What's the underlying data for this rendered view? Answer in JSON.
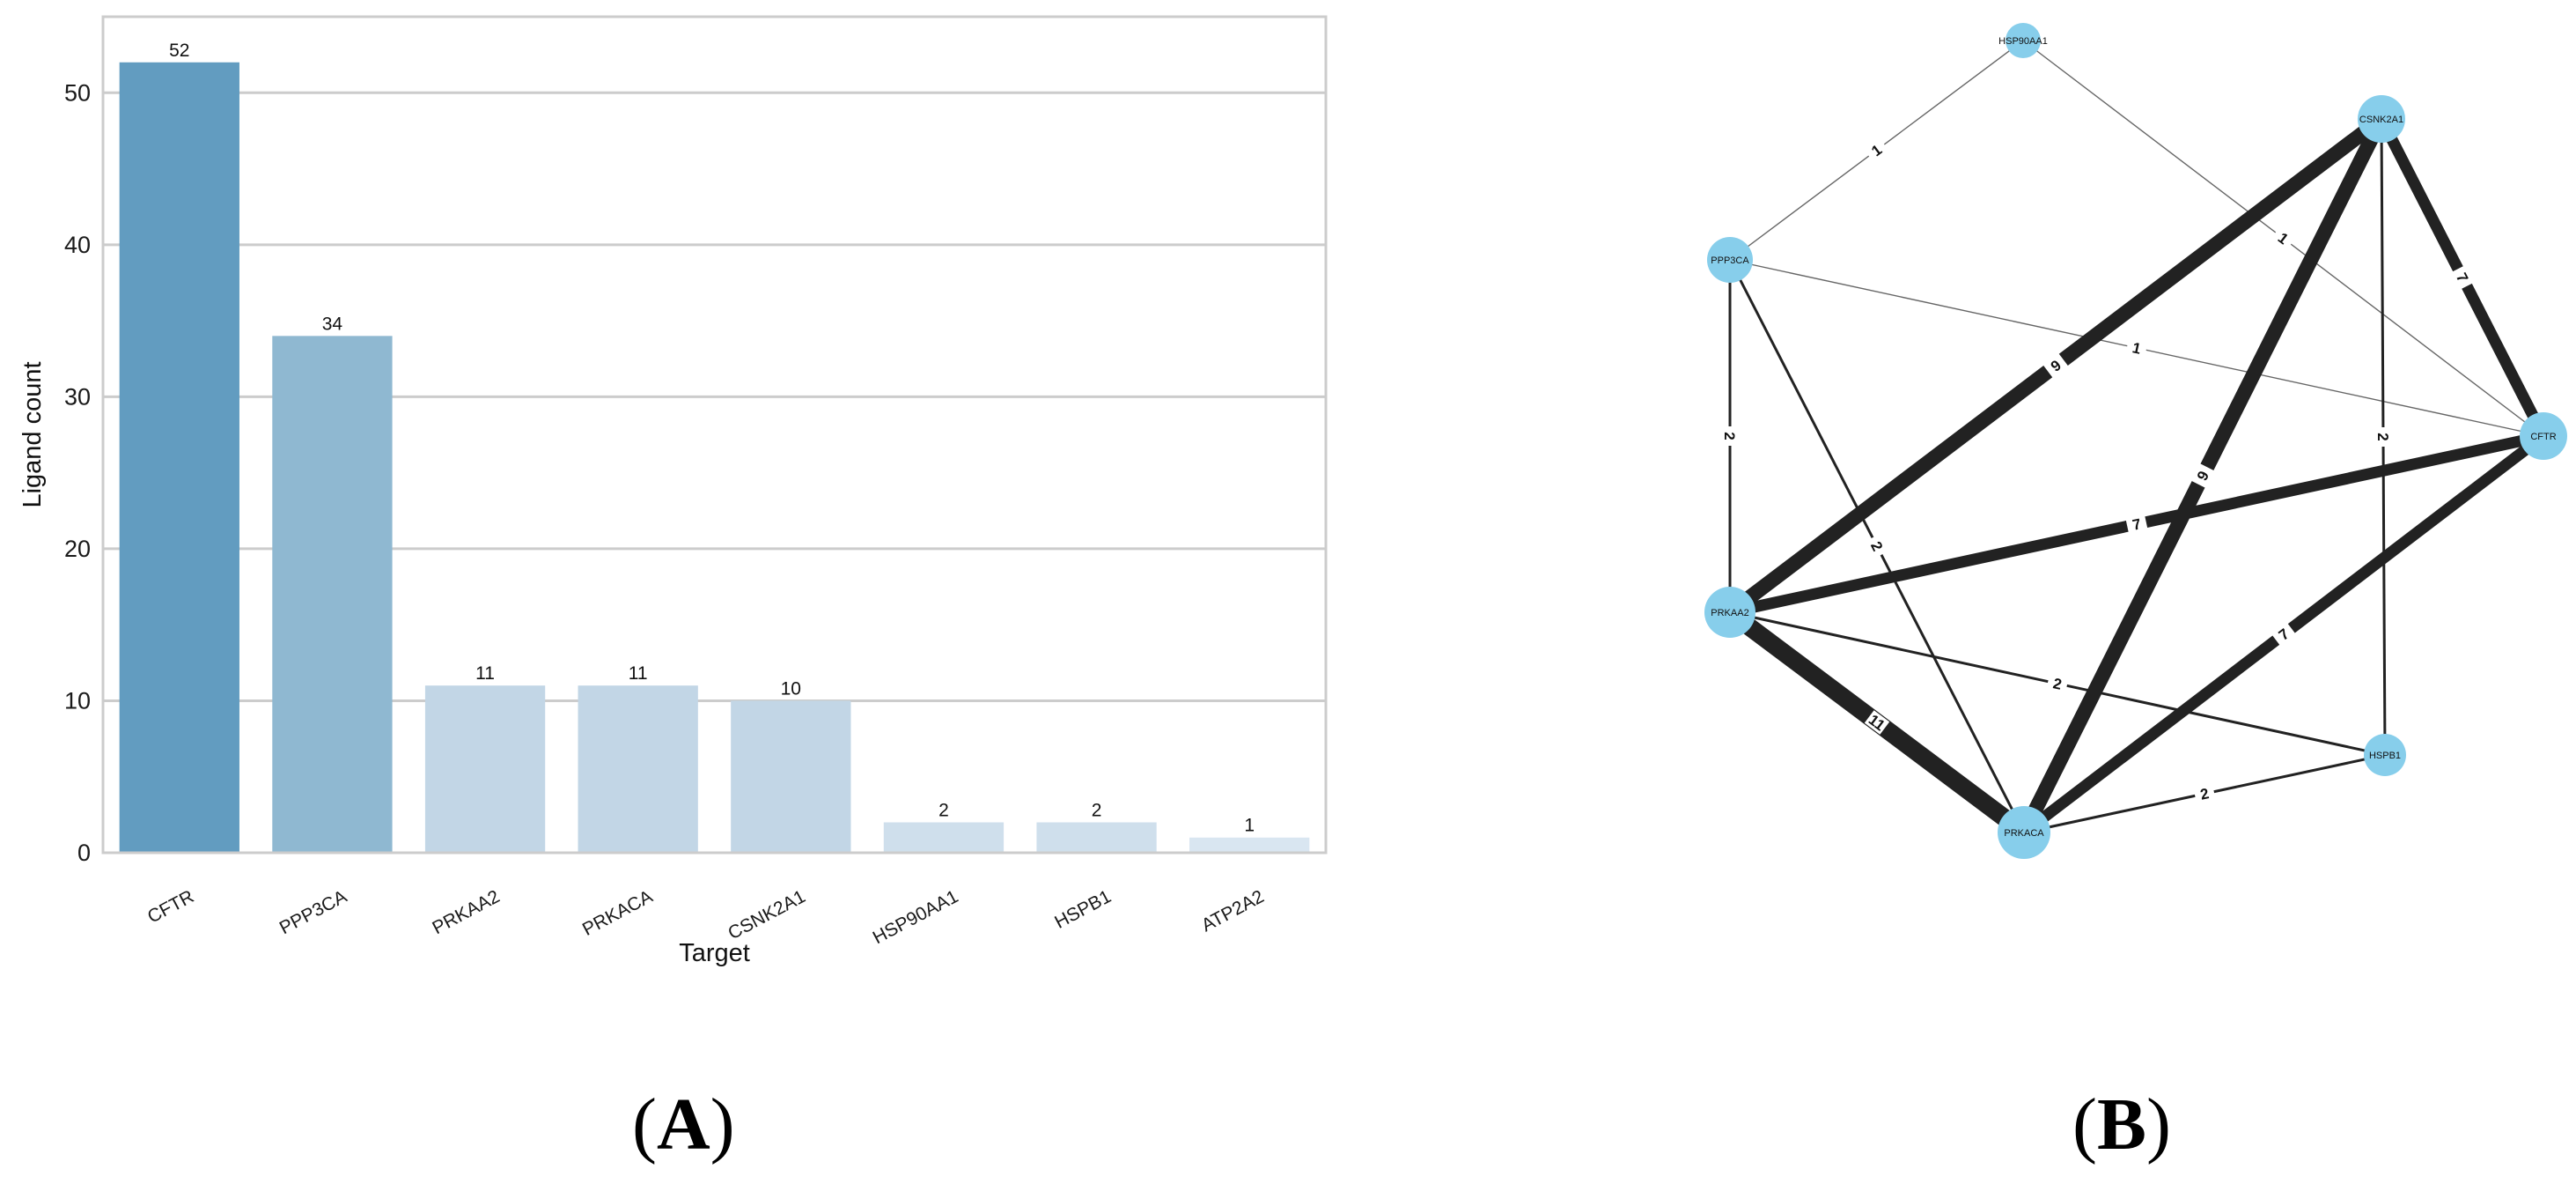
{
  "panel_labels": {
    "a": "A",
    "b": "B"
  },
  "chart_data": [
    {
      "type": "bar",
      "xlabel": "Target",
      "ylabel": "Ligand count",
      "ylim": [
        0,
        55
      ],
      "yticks": [
        0,
        10,
        20,
        30,
        40,
        50
      ],
      "grid": "horizontal",
      "categories": [
        "CFTR",
        "PPP3CA",
        "PRKAA2",
        "PRKACA",
        "CSNK2A1",
        "HSP90AA1",
        "HSPB1",
        "ATP2A2"
      ],
      "values": [
        52,
        34,
        11,
        11,
        10,
        2,
        2,
        1
      ],
      "colors": [
        "#629cc0",
        "#8fb8d1",
        "#c2d6e6",
        "#c2d6e6",
        "#c2d6e6",
        "#cfdfec",
        "#cfdfec",
        "#d9e6f1"
      ],
      "data_labels": true
    },
    {
      "type": "network",
      "node_color": "#87ceeb",
      "edge_color": "#222222",
      "nodes": [
        "HSP90AA1",
        "CSNK2A1",
        "PPP3CA",
        "CFTR",
        "PRKAA2",
        "HSPB1",
        "PRKACA"
      ],
      "edges": [
        {
          "source": "HSP90AA1",
          "target": "PPP3CA",
          "weight": 1
        },
        {
          "source": "HSP90AA1",
          "target": "CFTR",
          "weight": 1
        },
        {
          "source": "PPP3CA",
          "target": "CFTR",
          "weight": 1
        },
        {
          "source": "PPP3CA",
          "target": "PRKAA2",
          "weight": 2
        },
        {
          "source": "PPP3CA",
          "target": "PRKACA",
          "weight": 2
        },
        {
          "source": "CSNK2A1",
          "target": "CFTR",
          "weight": 7
        },
        {
          "source": "CSNK2A1",
          "target": "PRKAA2",
          "weight": 9
        },
        {
          "source": "CSNK2A1",
          "target": "PRKACA",
          "weight": 9
        },
        {
          "source": "CSNK2A1",
          "target": "HSPB1",
          "weight": 2
        },
        {
          "source": "PRKAA2",
          "target": "CFTR",
          "weight": 7
        },
        {
          "source": "PRKAA2",
          "target": "PRKACA",
          "weight": 11
        },
        {
          "source": "PRKAA2",
          "target": "HSPB1",
          "weight": 2
        },
        {
          "source": "PRKACA",
          "target": "CFTR",
          "weight": 7
        },
        {
          "source": "PRKACA",
          "target": "HSPB1",
          "weight": 2
        }
      ]
    }
  ]
}
